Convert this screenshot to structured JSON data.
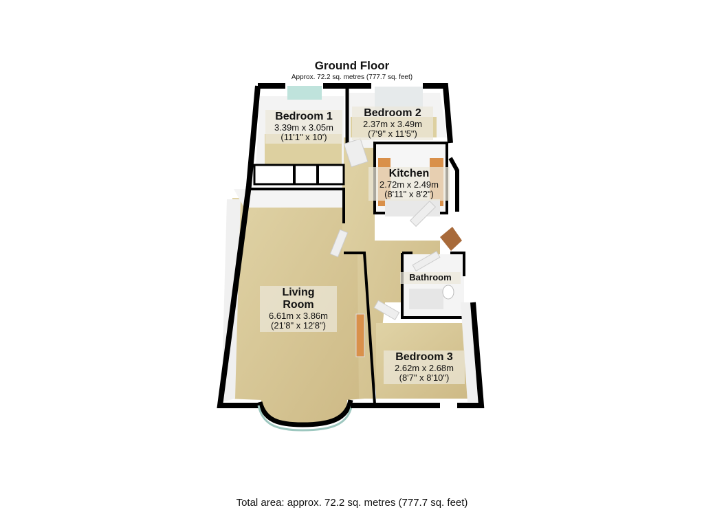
{
  "header": {
    "title": "Ground Floor",
    "subtitle": "Approx. 72.2 sq. metres (777.7 sq. feet)"
  },
  "rooms": [
    {
      "name": "Bedroom 1",
      "metric": "3.39m x 3.05m",
      "imperial": "(11'1\" x 10')"
    },
    {
      "name": "Bedroom 2",
      "metric": "2.37m x 3.49m",
      "imperial": "(7'9\" x 11'5\")"
    },
    {
      "name": "Kitchen",
      "metric": "2.72m x 2.49m",
      "imperial": "(8'11\" x 8'2\")"
    },
    {
      "name": "Bathroom"
    },
    {
      "name": "Living",
      "name2": "Room",
      "metric": "6.61m x 3.86m",
      "imperial": "(21'8\" x 12'8\")"
    },
    {
      "name": "Bedroom 3",
      "metric": "2.62m x 2.68m",
      "imperial": "(8'7\" x 8'10\")"
    }
  ],
  "footer": {
    "total_area": "Total area: approx. 72.2 sq. metres (777.7 sq. feet)"
  },
  "colors": {
    "wall": "#000000",
    "floor_carpet": "#d8c89a",
    "wall_inner": "#f2f2f2",
    "kitchen_counter": "#d9904a",
    "window_glass": "#bfe3dc"
  }
}
